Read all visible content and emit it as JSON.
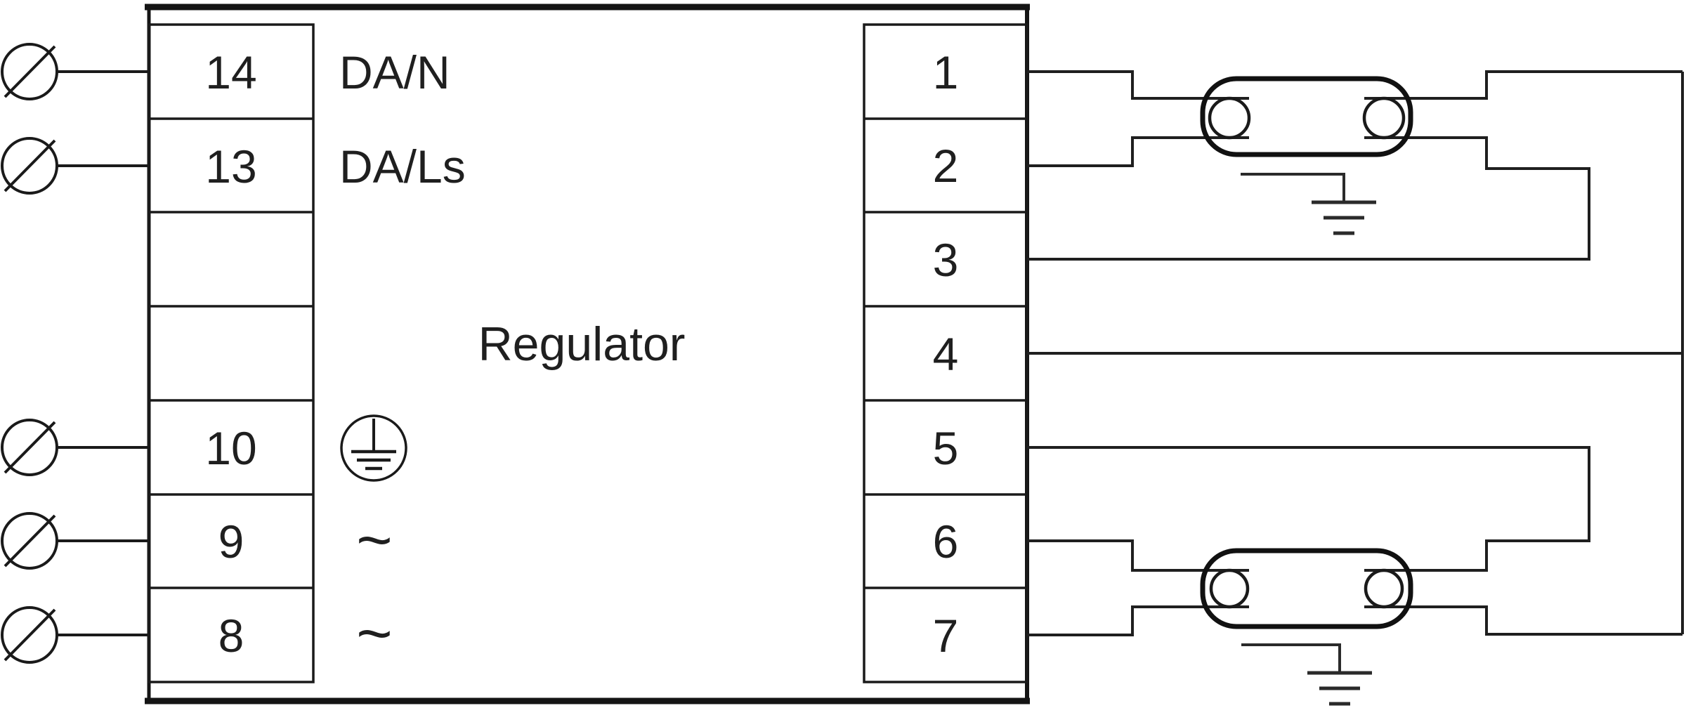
{
  "diagram": {
    "device_label": "Regulator",
    "left_terminal_block": {
      "rows": [
        {
          "number": "14",
          "label": "DA/N"
        },
        {
          "number": "13",
          "label": "DA/Ls"
        },
        {
          "number": "",
          "label": ""
        },
        {
          "number": "",
          "label": ""
        },
        {
          "number": "10",
          "label": "",
          "icon": "protective-earth-icon"
        },
        {
          "number": "9",
          "label": "~"
        },
        {
          "number": "8",
          "label": "~"
        }
      ]
    },
    "right_terminal_block": {
      "numbers": [
        "1",
        "2",
        "3",
        "4",
        "5",
        "6",
        "7"
      ]
    },
    "icons": {
      "supply_terminal": "crossed-circle-terminal-icon",
      "protective_earth": "protective-earth-icon",
      "earth_ground": "earth-ground-icon",
      "lamp": "fluorescent-lamp-icon"
    },
    "colors": {
      "line": "#1a1a1a",
      "background": "#ffffff"
    }
  }
}
